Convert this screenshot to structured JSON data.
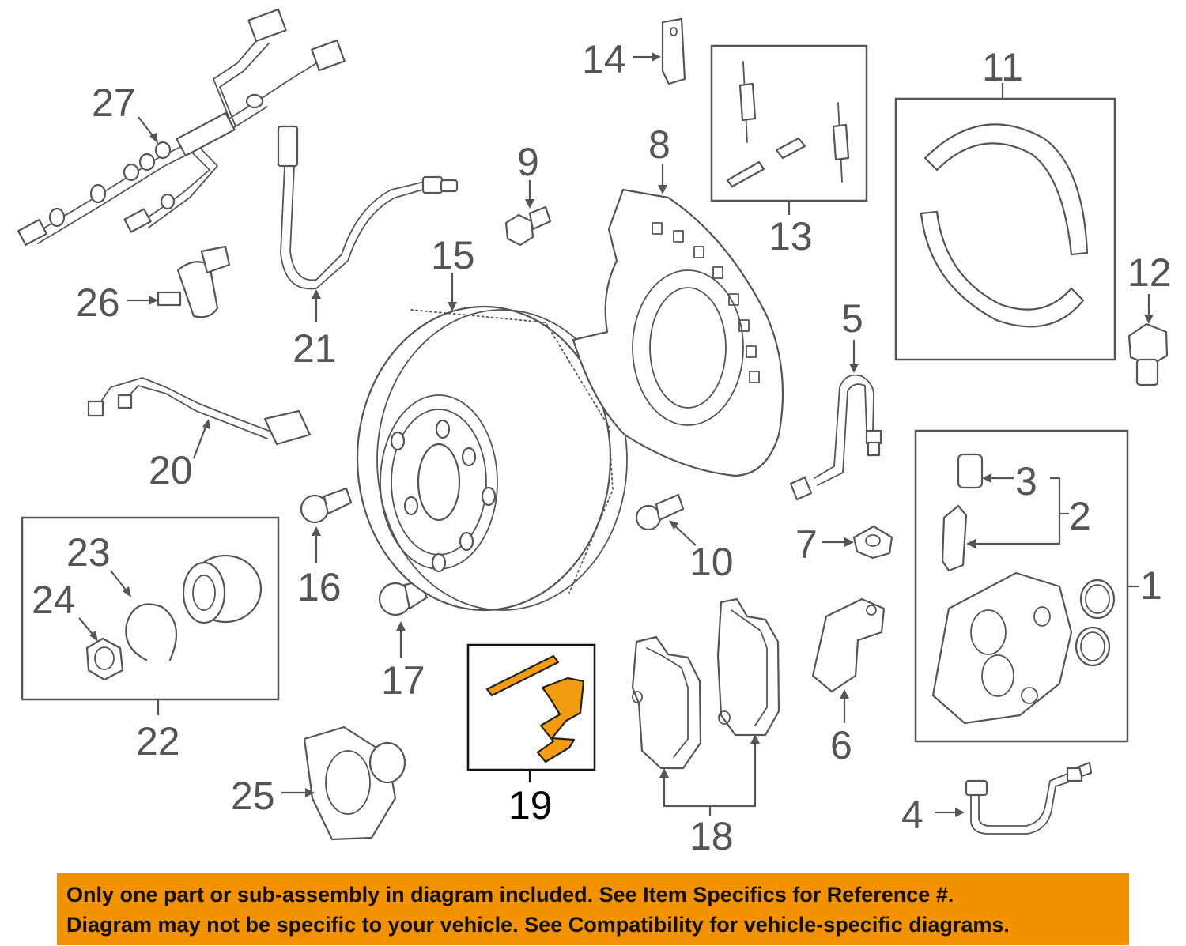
{
  "labels": {
    "p1": "1",
    "p2": "2",
    "p3": "3",
    "p4": "4",
    "p5": "5",
    "p6": "6",
    "p7": "7",
    "p8": "8",
    "p9": "9",
    "p10": "10",
    "p11": "11",
    "p12": "12",
    "p13": "13",
    "p14": "14",
    "p15": "15",
    "p16": "16",
    "p17": "17",
    "p18": "18",
    "p19": "19",
    "p20": "20",
    "p21": "21",
    "p22": "22",
    "p23": "23",
    "p24": "24",
    "p25": "25",
    "p26": "26",
    "p27": "27"
  },
  "highlight": {
    "part": "19",
    "color": "#f39c12"
  },
  "notice": {
    "line1": "Only one part or sub-assembly in diagram included. See Item Specifics for Reference #.",
    "line2": "Diagram may not be specific to your vehicle. See Compatibility for vehicle-specific diagrams.",
    "background": "#f39200"
  }
}
